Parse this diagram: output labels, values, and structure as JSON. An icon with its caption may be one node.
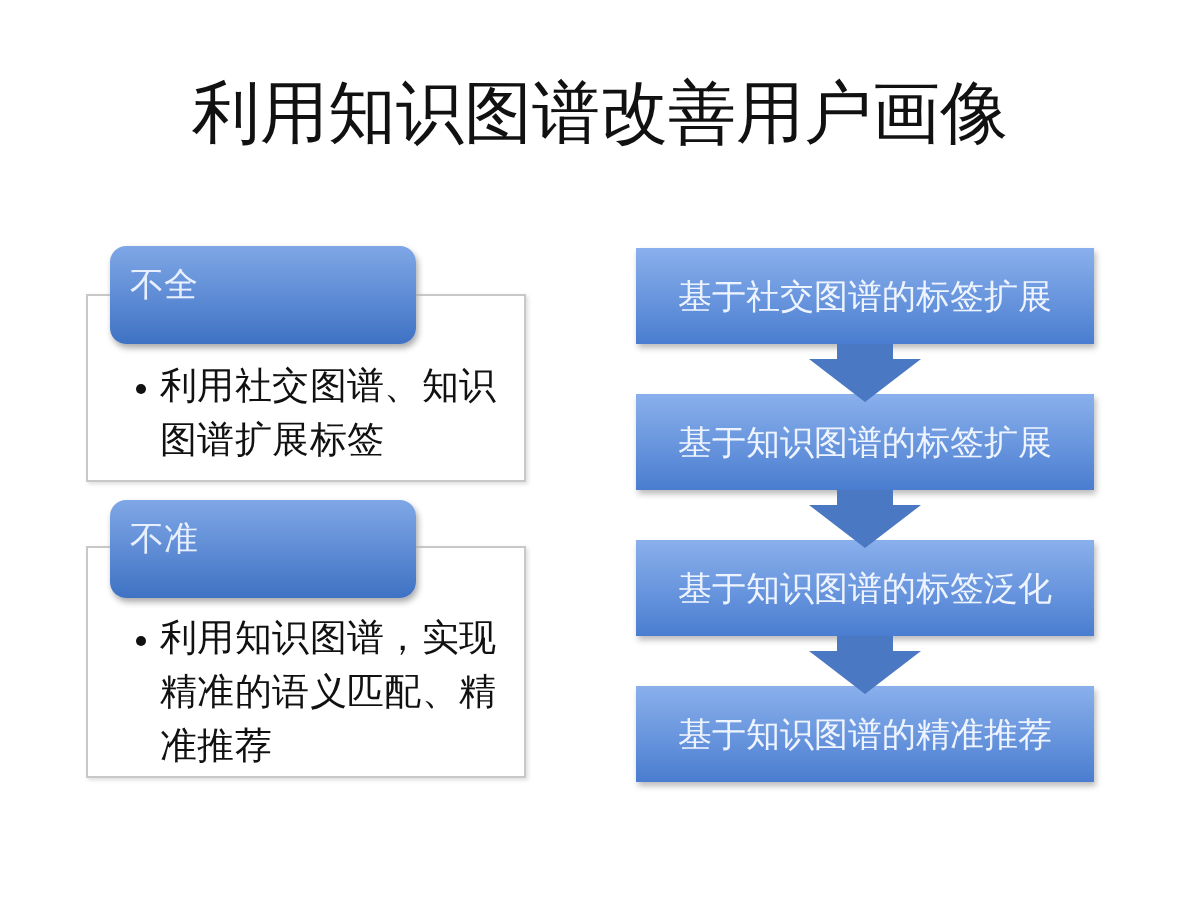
{
  "diagram": {
    "title": "利用知识图谱改善用户画像",
    "nodes": [
      {
        "text": [
          "不全"
        ]
      },
      {
        "text": [
          "利用社交图谱、知识图谱扩展标签"
        ]
      },
      {
        "text": [
          "不准"
        ]
      },
      {
        "text": [
          "利用知识图谱，实现精准的语义匹配、精准推荐"
        ]
      },
      {
        "text": [
          "基于社交图谱的标签扩展"
        ]
      },
      {
        "text": [
          "基于知识图谱的标签扩展"
        ]
      },
      {
        "text": [
          "基于知识图谱的标签泛化"
        ]
      },
      {
        "text": [
          "基于知识图谱的精准推荐"
        ]
      }
    ],
    "edges": [
      {
        "from": 4,
        "to": 5,
        "arrow": "to"
      },
      {
        "from": 5,
        "to": 6,
        "arrow": "to"
      },
      {
        "from": 6,
        "to": 7,
        "arrow": "to"
      }
    ]
  }
}
